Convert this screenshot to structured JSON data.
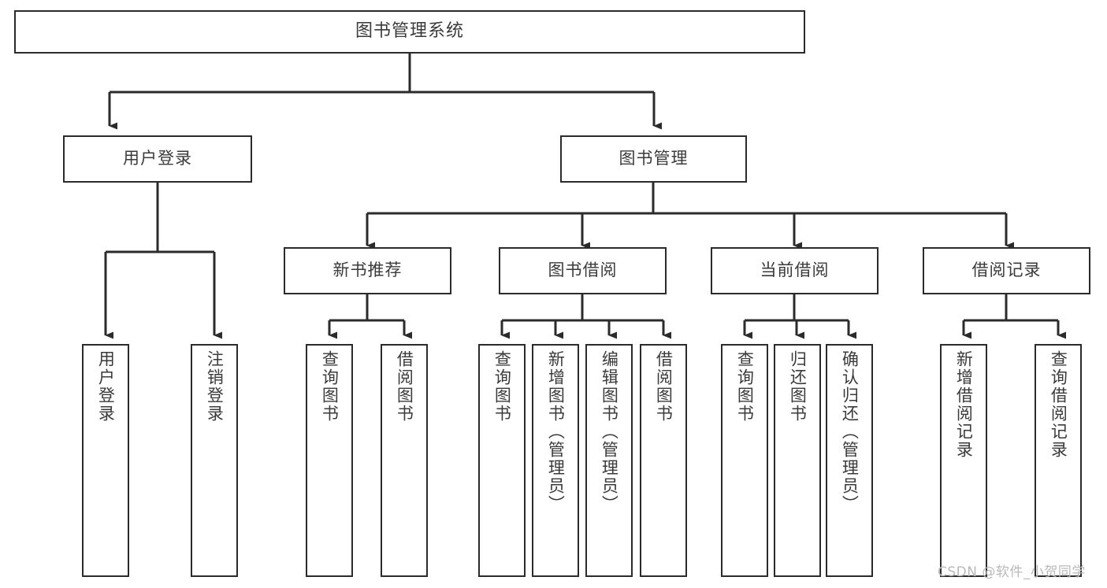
{
  "diagram": {
    "type": "tree-hierarchy-chart",
    "title": "图书管理系统",
    "line_color": "#2b2b2b",
    "box_fill": "#ffffff",
    "text_color": "#3a3a3a",
    "watermark": "CSDN @软件_小贺同学",
    "levels": {
      "root": {
        "label": "图书管理系统"
      },
      "level2": [
        {
          "id": "user-login",
          "label": "用户登录"
        },
        {
          "id": "book-manage",
          "label": "图书管理"
        }
      ],
      "level3": [
        {
          "id": "new-book-recommend",
          "label": "新书推荐",
          "parent": "book-manage"
        },
        {
          "id": "book-borrow",
          "label": "图书借阅",
          "parent": "book-manage"
        },
        {
          "id": "current-borrow",
          "label": "当前借阅",
          "parent": "book-manage"
        },
        {
          "id": "borrow-record",
          "label": "借阅记录",
          "parent": "book-manage"
        }
      ],
      "leaves": [
        {
          "id": "leaf-user-login",
          "label": "用户登录",
          "parent": "user-login"
        },
        {
          "id": "leaf-logout",
          "label": "注销登录",
          "parent": "user-login"
        },
        {
          "id": "leaf-query-book-1",
          "label": "查询图书",
          "parent": "new-book-recommend"
        },
        {
          "id": "leaf-borrow-book-1",
          "label": "借阅图书",
          "parent": "new-book-recommend"
        },
        {
          "id": "leaf-query-book-2",
          "label": "查询图书",
          "parent": "book-borrow"
        },
        {
          "id": "leaf-add-book",
          "label": "新增图书（管理员）",
          "parent": "book-borrow"
        },
        {
          "id": "leaf-edit-book",
          "label": "编辑图书（管理员）",
          "parent": "book-borrow"
        },
        {
          "id": "leaf-borrow-book-2",
          "label": "借阅图书",
          "parent": "book-borrow"
        },
        {
          "id": "leaf-query-book-3",
          "label": "查询图书",
          "parent": "current-borrow"
        },
        {
          "id": "leaf-return-book",
          "label": "归还图书",
          "parent": "current-borrow"
        },
        {
          "id": "leaf-confirm-return",
          "label": "确认归还（管理员）",
          "parent": "current-borrow"
        },
        {
          "id": "leaf-add-record",
          "label": "新增借阅记录",
          "parent": "borrow-record"
        },
        {
          "id": "leaf-query-record",
          "label": "查询借阅记录",
          "parent": "borrow-record"
        }
      ]
    }
  }
}
